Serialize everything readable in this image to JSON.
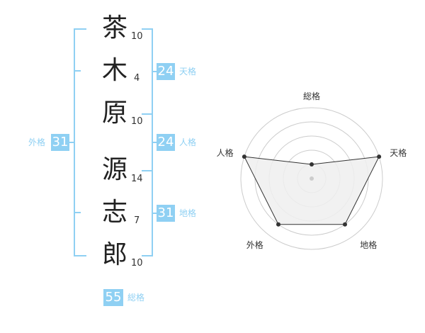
{
  "name": {
    "characters": [
      {
        "char": "茶",
        "strokes": "10"
      },
      {
        "char": "木",
        "strokes": "4"
      },
      {
        "char": "原",
        "strokes": "10"
      },
      {
        "char": "源",
        "strokes": "14"
      },
      {
        "char": "志",
        "strokes": "7"
      },
      {
        "char": "郎",
        "strokes": "10"
      }
    ]
  },
  "fortunes": {
    "tenkaku": {
      "label": "天格",
      "value": "24"
    },
    "jinkaku": {
      "label": "人格",
      "value": "24"
    },
    "chikaku": {
      "label": "地格",
      "value": "31"
    },
    "gaikaku": {
      "label": "外格",
      "value": "31"
    },
    "soukaku": {
      "label": "総格",
      "value": "55"
    }
  },
  "colors": {
    "accent": "#8fd0f3",
    "radar_fill": "#eeeeee",
    "radar_stroke": "#333333",
    "grid": "#cccccc"
  },
  "chart_data": {
    "type": "radar",
    "axes": [
      "総格",
      "天格",
      "地格",
      "外格",
      "人格"
    ],
    "values": [
      1,
      5,
      4,
      4,
      5
    ],
    "rmax": 5,
    "grid_levels": 5
  }
}
